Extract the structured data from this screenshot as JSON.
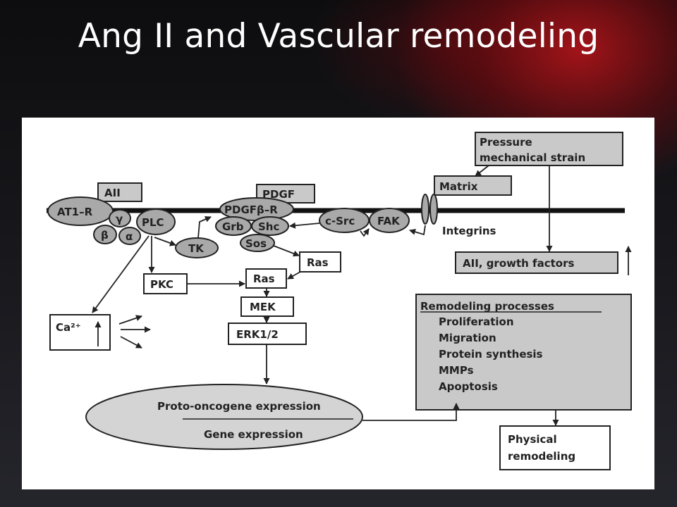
{
  "title": "Ang II and Vascular remodeling",
  "diagram": {
    "nodes": {
      "pressure": [
        "Pressure",
        "mechanical strain"
      ],
      "matrix": "Matrix",
      "integrins": "Integrins",
      "all_top": "AII",
      "pdgf": "PDGF",
      "at1r": "AT1–R",
      "gamma": "γ",
      "beta": "β",
      "alpha": "α",
      "plc": "PLC",
      "pdgfbr": "PDGFβ–R",
      "grb": "Grb",
      "shc": "Shc",
      "sos": "Sos",
      "csrc": "c-Src",
      "fak": "FAK",
      "tk": "TK",
      "ras_right": "Ras",
      "ras_mid": "Ras",
      "pkc": "PKC",
      "mek": "MEK",
      "erk": "ERK1/2",
      "ca": "Ca²⁺",
      "all_growth": "AII, growth factors",
      "proto": "Proto-oncogene expression",
      "gene": "Gene expression",
      "remodeling_title": "Remodeling processes",
      "remodeling_items": [
        "Proliferation",
        "Migration",
        "Protein synthesis",
        "MMPs",
        "Apoptosis"
      ],
      "physical": [
        "Physical",
        "remodeling"
      ]
    }
  }
}
